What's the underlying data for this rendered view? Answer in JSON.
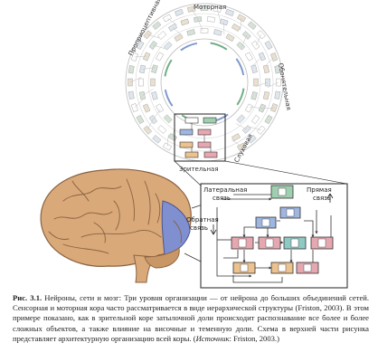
{
  "ring": {
    "label_top": "Моторная",
    "label_left": "Проприоцептивная",
    "label_right": "Обонятельная",
    "label_right_lower": "Слуховая",
    "label_bottom": "Зрительная"
  },
  "inset": {
    "lateral": "Латеральная связь",
    "forward": "Прямая связь",
    "backward": "Обратная связь"
  },
  "caption": {
    "label": "Рис. 3.1.",
    "text": " Нейроны, сети и мозг: Три уровня организации — от нейрона до больших объединений сетей. Сенсорная и моторная кора часто рассматривается в виде иерархической структуры (Friston, 2003). В этом примере показано, как в зрительной коре затылочной доли происходит распознавание все более и более сложных объектов, а также влияние на височные и теменную доли. Схема в верхней части рисунка представляет архитектурную организацию всей коры. (",
    "source_label": "Источник",
    "source": ": Friston, 2003.)"
  },
  "colors": {
    "brain": "#d9a97a",
    "occipital": "#7f8fd0",
    "box_green": "#9fcfb0",
    "box_blue": "#9eb6e0",
    "box_pink": "#e6a8b0",
    "box_orange": "#ecc28e",
    "box_teal": "#8fc9c4"
  }
}
